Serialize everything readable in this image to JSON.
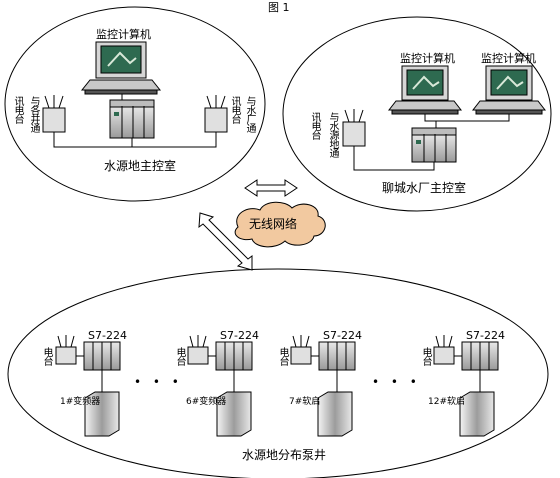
{
  "figure_title": "图 1",
  "monitor_label": "监控计算机",
  "radio_label": "电台",
  "plc_model": "S7-224",
  "wireless_network": "无线网络",
  "ellipses": {
    "source_control": {
      "title": "水源地主控室",
      "left_radio_top": "讯电台",
      "left_radio_side": "与各井通",
      "right_radio_top": "讯电台",
      "right_radio_side": "与水厂通"
    },
    "plant_control": {
      "title": "聊城水厂主控室",
      "radio_top": "讯电台",
      "radio_side": "与水源地通"
    },
    "wells": {
      "title": "水源地分布泵井",
      "items": [
        {
          "label": "1#变频器"
        },
        {
          "label": "6#变频器"
        },
        {
          "label": "7#软启"
        },
        {
          "label": "12#软启"
        }
      ],
      "ellipsis": "• • •"
    }
  },
  "colors": {
    "line": "#000000",
    "cloud": "#f2c9a0",
    "screen": "#2e6a50",
    "device": "#d8d8d8"
  }
}
